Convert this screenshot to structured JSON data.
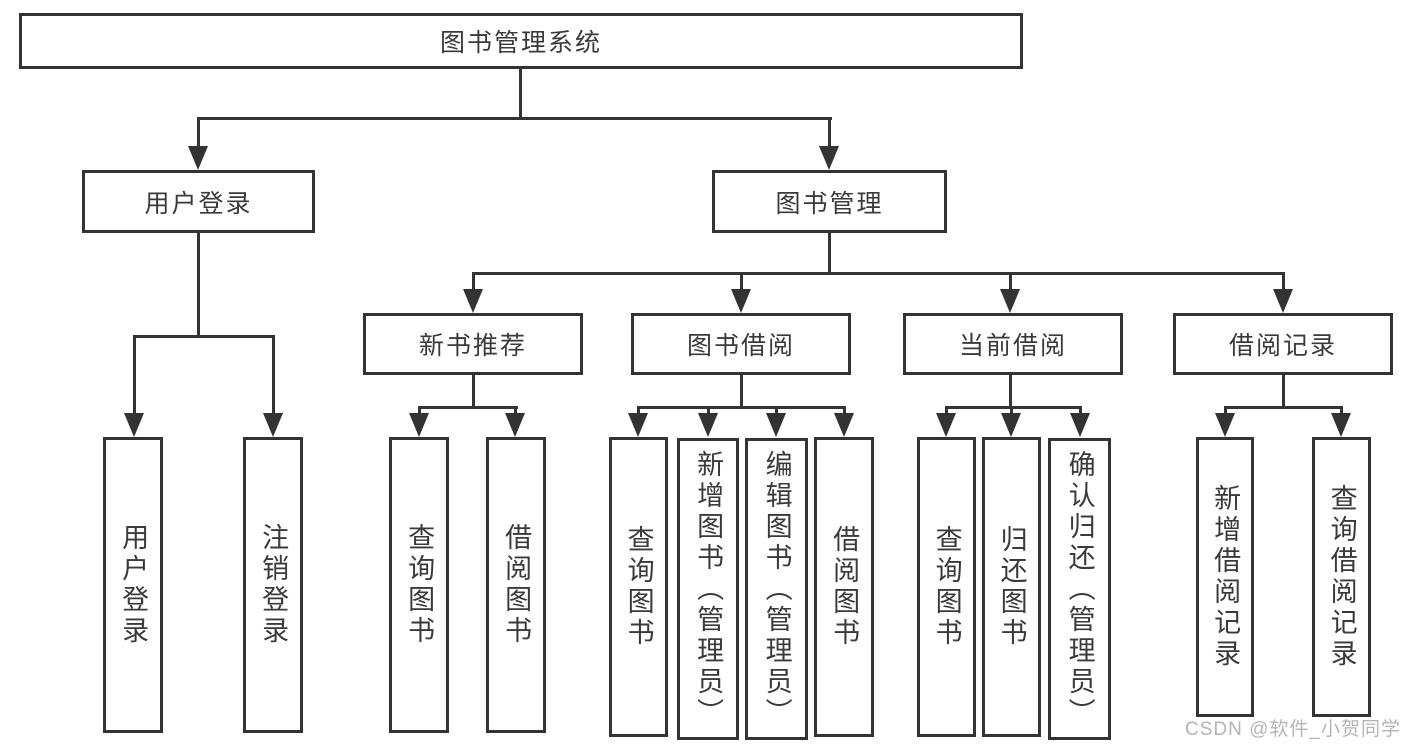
{
  "diagram": {
    "root": {
      "label": "图书管理系统"
    },
    "user_login": {
      "label": "用户登录",
      "children": [
        {
          "label": "用户登录"
        },
        {
          "label": "注销登录"
        }
      ]
    },
    "book_management": {
      "label": "图书管理"
    },
    "new_book_recommend": {
      "label": "新书推荐",
      "children": [
        {
          "label": "查询图书"
        },
        {
          "label": "借阅图书"
        }
      ]
    },
    "book_borrow": {
      "label": "图书借阅",
      "children": [
        {
          "label": "查询图书"
        },
        {
          "label": "新增图书（管理员）"
        },
        {
          "label": "编辑图书（管理员）"
        },
        {
          "label": "借阅图书"
        }
      ]
    },
    "current_borrow": {
      "label": "当前借阅",
      "children": [
        {
          "label": "查询图书"
        },
        {
          "label": "归还图书"
        },
        {
          "label": "确认归还（管理员）"
        }
      ]
    },
    "borrow_records": {
      "label": "借阅记录",
      "children": [
        {
          "label": "新增借阅记录"
        },
        {
          "label": "查询借阅记录"
        }
      ]
    },
    "line_color": "#333333"
  },
  "watermark": {
    "text": "CSDN @软件_小贺同学"
  }
}
